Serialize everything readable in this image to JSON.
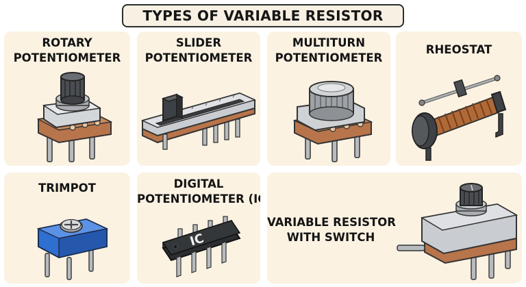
{
  "title": "TYPES OF VARIABLE RESISTOR",
  "items": [
    {
      "line1": "ROTARY",
      "line2": "POTENTIOMETER"
    },
    {
      "line1": "SLIDER",
      "line2": "POTENTIOMETER"
    },
    {
      "line1": "MULTITURN",
      "line2": "POTENTIOMETER"
    },
    {
      "line1": "RHEOSTAT",
      "line2": ""
    },
    {
      "line1": "TRIMPOT",
      "line2": ""
    },
    {
      "line1": "DIGITAL",
      "line2": "POTENTIOMETER (IC)",
      "chip_text": "IC"
    },
    {
      "line1": "VARIABLE RESISTOR",
      "line2": "WITH SWITCH"
    }
  ]
}
